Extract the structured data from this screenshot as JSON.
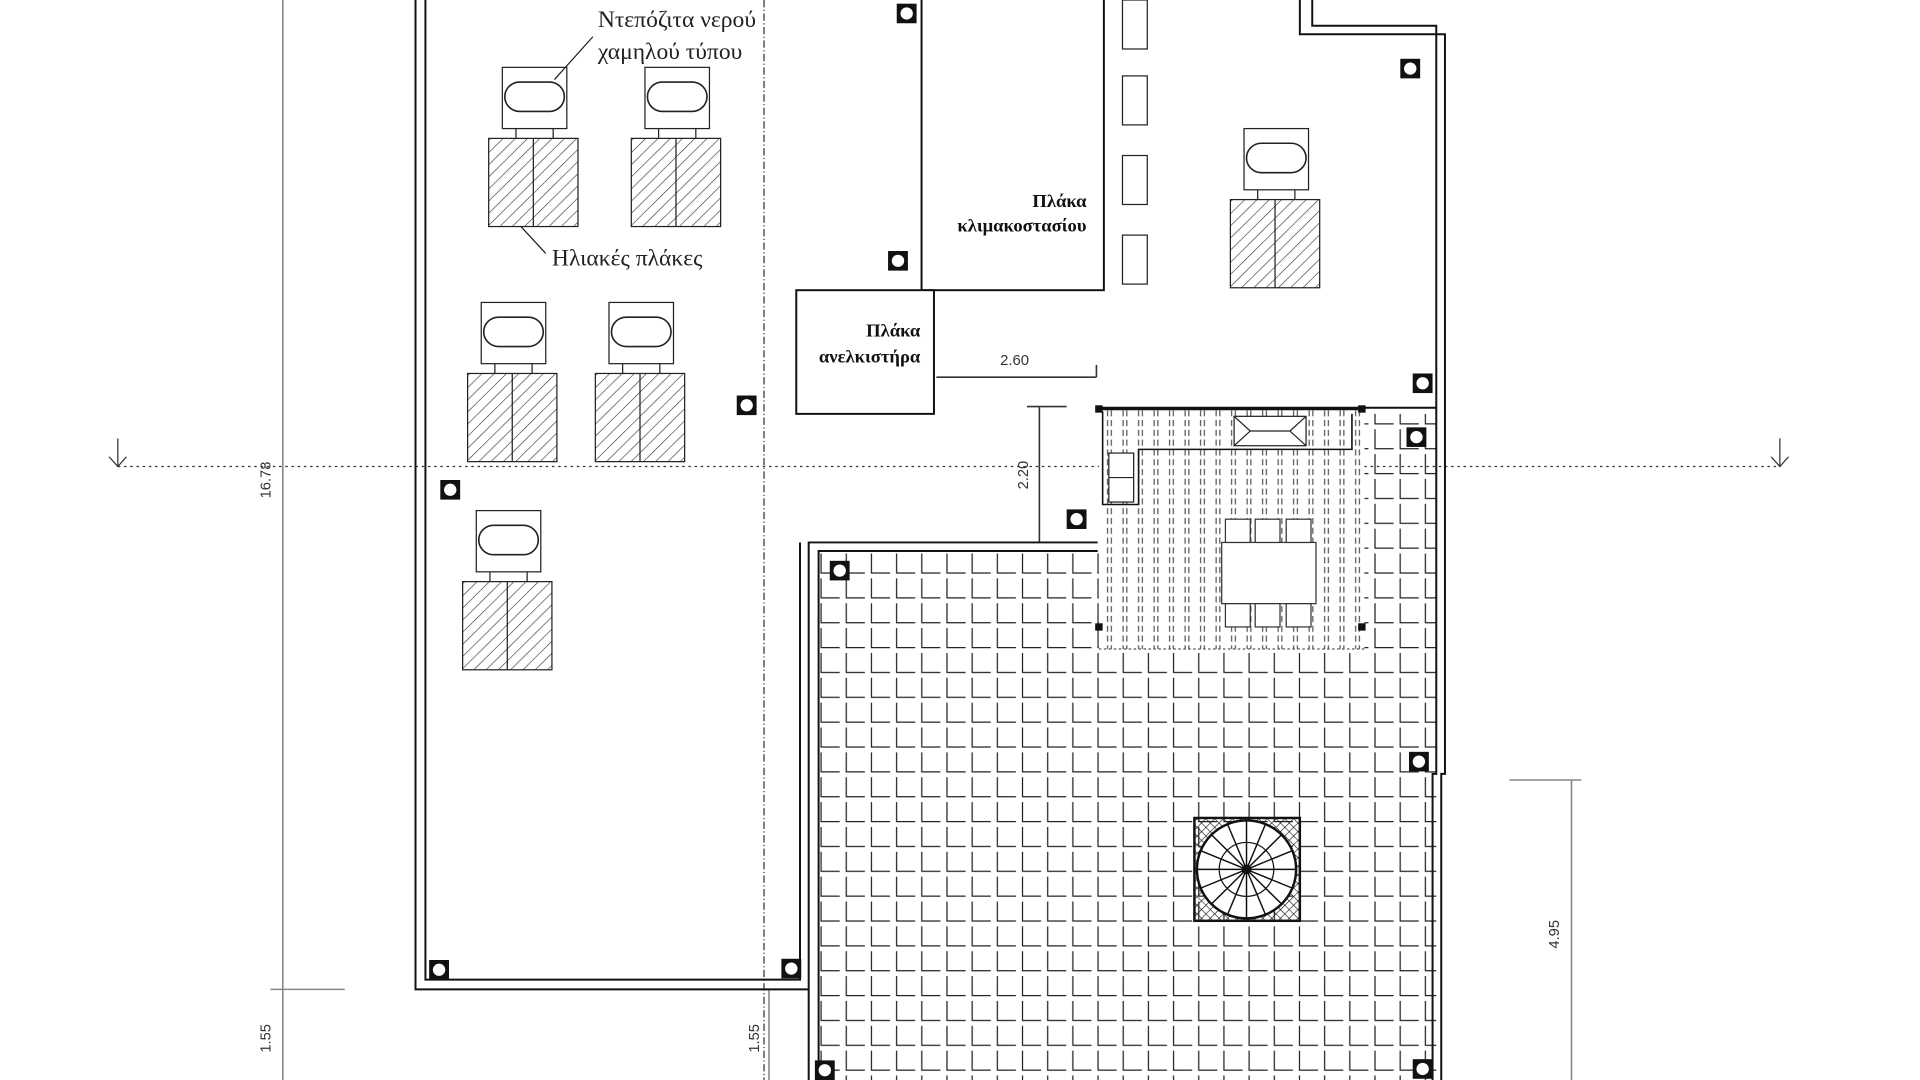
{
  "labels": {
    "water_tanks_line1": "Ντεπόζιτα νερού",
    "water_tanks_line2": "χαμηλού τύπου",
    "solar_panels": "Ηλιακές πλάκες",
    "stair_slab_line1": "Πλάκα",
    "stair_slab_line2": "κλιμακοστασίου",
    "elevator_slab_line1": "Πλάκα",
    "elevator_slab_line2": "ανελκιστήρα"
  },
  "dimensions": {
    "total_depth": "16.78",
    "elevator_offset": "2.60",
    "pergola_offset": "2.20",
    "bottom_left": "1.55",
    "bottom_mid": "1.55",
    "right_side": "4.95"
  },
  "colors": {
    "line": "#111111",
    "dim_line": "#888888"
  }
}
